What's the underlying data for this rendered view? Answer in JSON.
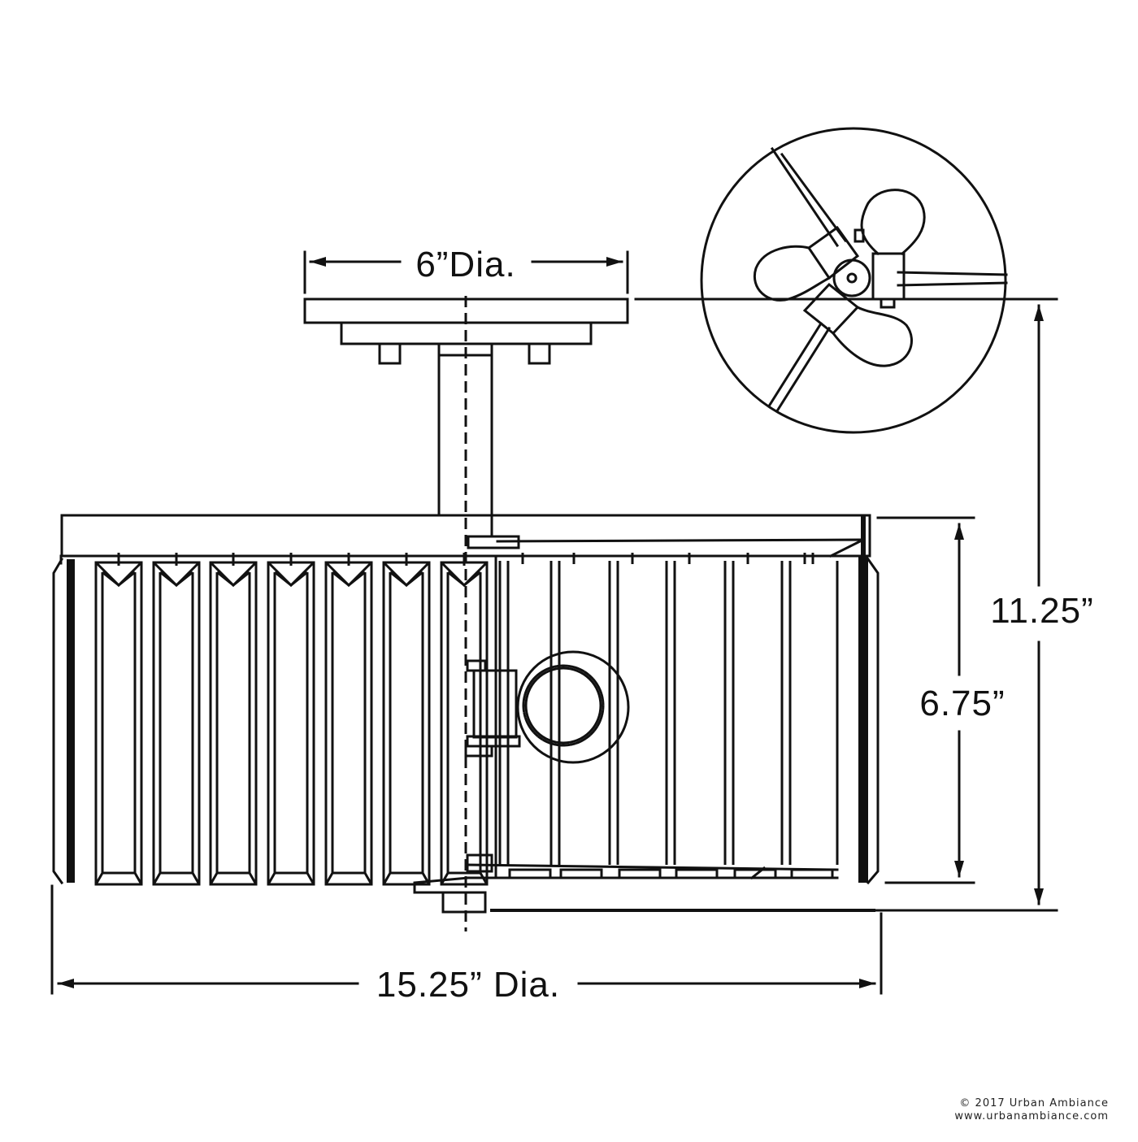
{
  "dimensions": {
    "canopy": "6”Dia.",
    "overall_height": "11.25”",
    "shade_height": "6.75”",
    "shade_diameter": "15.25” Dia."
  },
  "footer": {
    "copyright": "© 2017 Urban Ambiance",
    "website": "www.urbanambiance.com"
  },
  "colors": {
    "ink": "#111111",
    "background": "#ffffff"
  }
}
